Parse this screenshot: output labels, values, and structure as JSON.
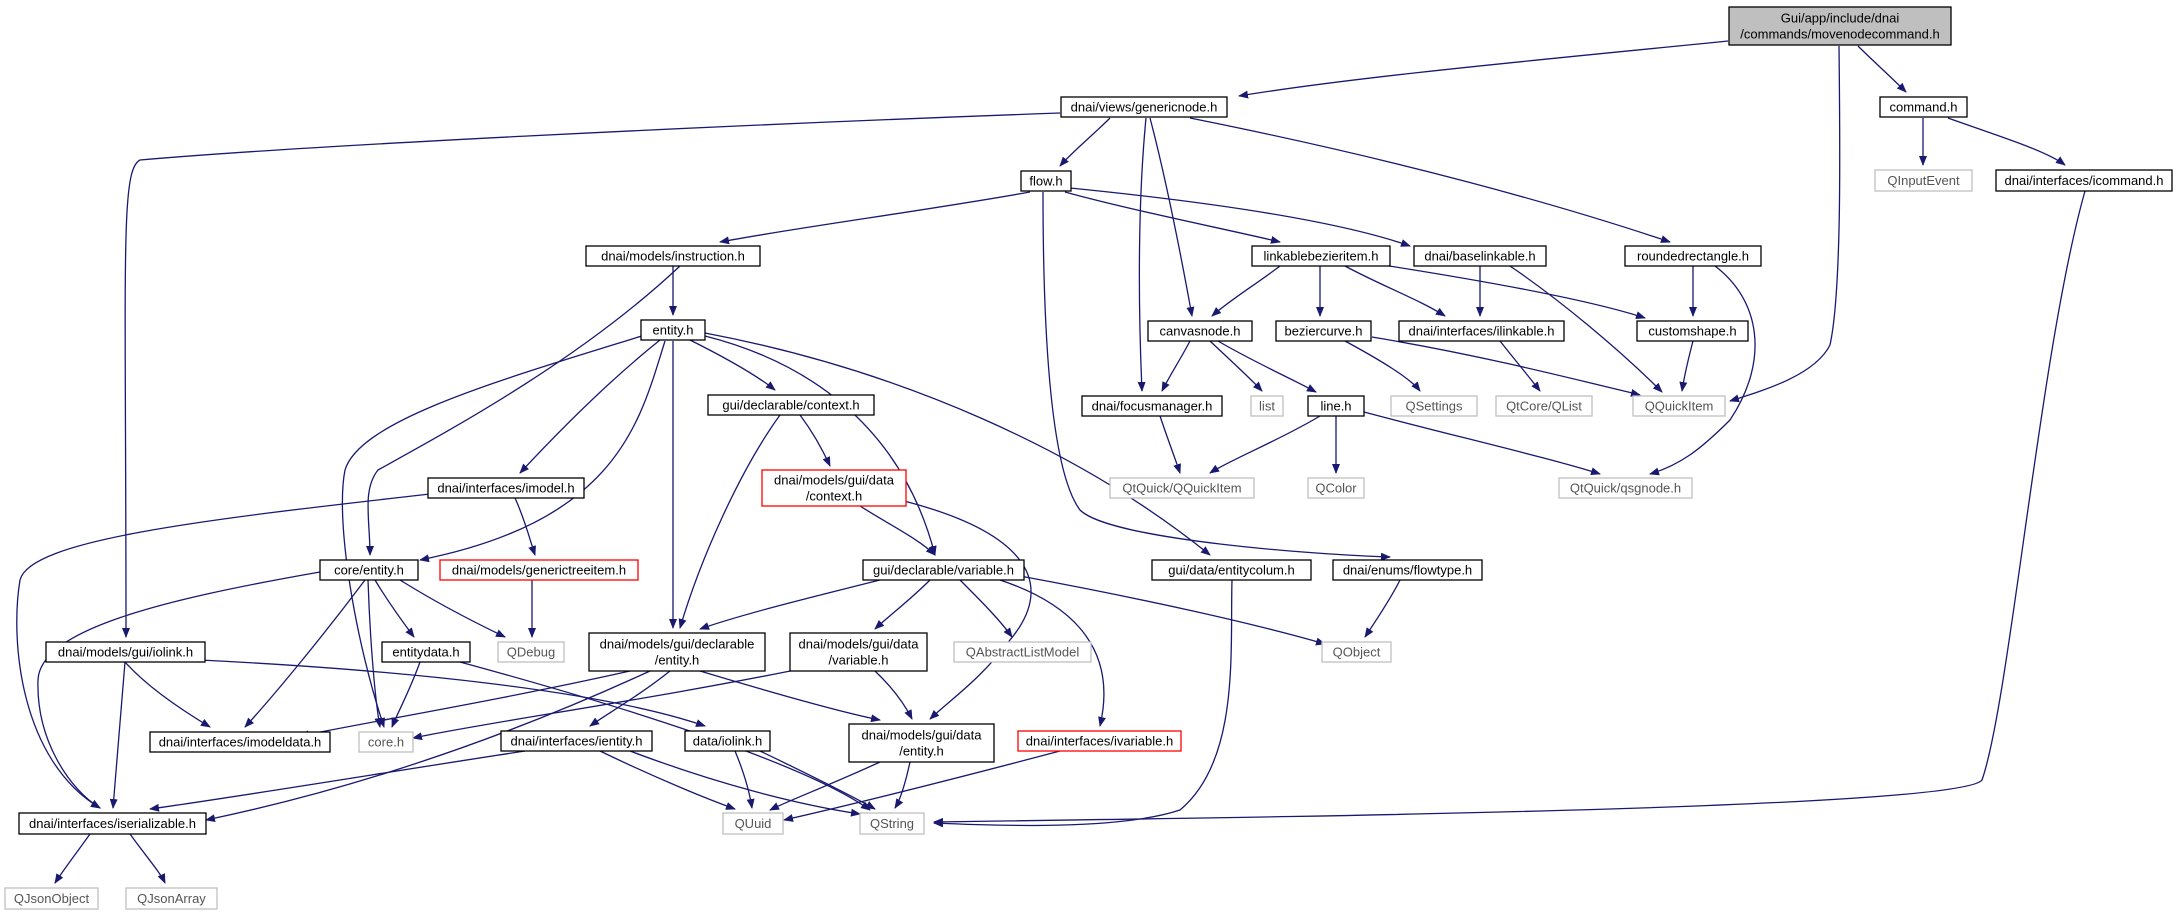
{
  "diagram": {
    "type": "include-dependency-graph",
    "colors": {
      "edge": "#191970",
      "box_border": "#000000",
      "missing_border": "#bfbfbf",
      "red_border": "#ff0000",
      "root_fill": "#bfbfbf"
    },
    "nodes": [
      {
        "id": "root",
        "lines": [
          "Gui/app/include/dnai",
          "/commands/movenodecommand.h"
        ],
        "style": "root"
      },
      {
        "id": "genericnode",
        "lines": [
          "dnai/views/genericnode.h"
        ],
        "style": "normal"
      },
      {
        "id": "command",
        "lines": [
          "command.h"
        ],
        "style": "normal"
      },
      {
        "id": "qinputevent",
        "lines": [
          "QInputEvent"
        ],
        "style": "missing"
      },
      {
        "id": "icommand",
        "lines": [
          "dnai/interfaces/icommand.h"
        ],
        "style": "normal"
      },
      {
        "id": "flow",
        "lines": [
          "flow.h"
        ],
        "style": "normal"
      },
      {
        "id": "instruction",
        "lines": [
          "dnai/models/instruction.h"
        ],
        "style": "normal"
      },
      {
        "id": "linkablebezieritem",
        "lines": [
          "linkablebezieritem.h"
        ],
        "style": "normal"
      },
      {
        "id": "baselinkable",
        "lines": [
          "dnai/baselinkable.h"
        ],
        "style": "normal"
      },
      {
        "id": "roundedrectangle",
        "lines": [
          "roundedrectangle.h"
        ],
        "style": "normal"
      },
      {
        "id": "entity",
        "lines": [
          "entity.h"
        ],
        "style": "normal"
      },
      {
        "id": "canvasnode",
        "lines": [
          "canvasnode.h"
        ],
        "style": "normal"
      },
      {
        "id": "beziercurve",
        "lines": [
          "beziercurve.h"
        ],
        "style": "normal"
      },
      {
        "id": "ilinkable",
        "lines": [
          "dnai/interfaces/ilinkable.h"
        ],
        "style": "normal"
      },
      {
        "id": "customshape",
        "lines": [
          "customshape.h"
        ],
        "style": "normal"
      },
      {
        "id": "context",
        "lines": [
          "gui/declarable/context.h"
        ],
        "style": "normal"
      },
      {
        "id": "focusmanager",
        "lines": [
          "dnai/focusmanager.h"
        ],
        "style": "normal"
      },
      {
        "id": "list",
        "lines": [
          "list"
        ],
        "style": "missing"
      },
      {
        "id": "line",
        "lines": [
          "line.h"
        ],
        "style": "normal"
      },
      {
        "id": "qsettings",
        "lines": [
          "QSettings"
        ],
        "style": "missing"
      },
      {
        "id": "qtcoreqlist",
        "lines": [
          "QtCore/QList"
        ],
        "style": "missing"
      },
      {
        "id": "qquickitem",
        "lines": [
          "QQuickItem"
        ],
        "style": "missing"
      },
      {
        "id": "datacontext",
        "lines": [
          "dnai/models/gui/data",
          "/context.h"
        ],
        "style": "red"
      },
      {
        "id": "imodel",
        "lines": [
          "dnai/interfaces/imodel.h"
        ],
        "style": "normal"
      },
      {
        "id": "qtquickqquickitem",
        "lines": [
          "QtQuick/QQuickItem"
        ],
        "style": "missing"
      },
      {
        "id": "qcolor",
        "lines": [
          "QColor"
        ],
        "style": "missing"
      },
      {
        "id": "qsgnode",
        "lines": [
          "QtQuick/qsgnode.h"
        ],
        "style": "missing"
      },
      {
        "id": "coreentity",
        "lines": [
          "core/entity.h"
        ],
        "style": "normal"
      },
      {
        "id": "generictreeitem",
        "lines": [
          "dnai/models/generictreeitem.h"
        ],
        "style": "red"
      },
      {
        "id": "variable",
        "lines": [
          "gui/declarable/variable.h"
        ],
        "style": "normal"
      },
      {
        "id": "entitycolum",
        "lines": [
          "gui/data/entitycolum.h"
        ],
        "style": "normal"
      },
      {
        "id": "flowtype",
        "lines": [
          "dnai/enums/flowtype.h"
        ],
        "style": "normal"
      },
      {
        "id": "iolink",
        "lines": [
          "dnai/models/gui/iolink.h"
        ],
        "style": "normal"
      },
      {
        "id": "entitydata",
        "lines": [
          "entitydata.h"
        ],
        "style": "normal"
      },
      {
        "id": "qdebug",
        "lines": [
          "QDebug"
        ],
        "style": "missing"
      },
      {
        "id": "guideclarableentity",
        "lines": [
          "dnai/models/gui/declarable",
          "/entity.h"
        ],
        "style": "normal"
      },
      {
        "id": "datavariable",
        "lines": [
          "dnai/models/gui/data",
          "/variable.h"
        ],
        "style": "normal"
      },
      {
        "id": "qabstractlistmodel",
        "lines": [
          "QAbstractListModel"
        ],
        "style": "missing"
      },
      {
        "id": "qobject",
        "lines": [
          "QObject"
        ],
        "style": "missing"
      },
      {
        "id": "imodeldata",
        "lines": [
          "dnai/interfaces/imodeldata.h"
        ],
        "style": "normal"
      },
      {
        "id": "core",
        "lines": [
          "core.h"
        ],
        "style": "missing"
      },
      {
        "id": "ientity",
        "lines": [
          "dnai/interfaces/ientity.h"
        ],
        "style": "normal"
      },
      {
        "id": "dataiolink",
        "lines": [
          "data/iolink.h"
        ],
        "style": "normal"
      },
      {
        "id": "dataentity",
        "lines": [
          "dnai/models/gui/data",
          "/entity.h"
        ],
        "style": "normal"
      },
      {
        "id": "ivariable",
        "lines": [
          "dnai/interfaces/ivariable.h"
        ],
        "style": "red"
      },
      {
        "id": "iserializable",
        "lines": [
          "dnai/interfaces/iserializable.h"
        ],
        "style": "normal"
      },
      {
        "id": "quuid",
        "lines": [
          "QUuid"
        ],
        "style": "missing"
      },
      {
        "id": "qstring",
        "lines": [
          "QString"
        ],
        "style": "missing"
      },
      {
        "id": "qjsonobject",
        "lines": [
          "QJsonObject"
        ],
        "style": "missing"
      },
      {
        "id": "qjsonarray",
        "lines": [
          "QJsonArray"
        ],
        "style": "missing"
      }
    ],
    "edges": [
      {
        "from": "root",
        "to": "genericnode"
      },
      {
        "from": "root",
        "to": "command"
      },
      {
        "from": "root",
        "to": "qquickitem"
      },
      {
        "from": "genericnode",
        "to": "flow"
      },
      {
        "from": "genericnode",
        "to": "canvasnode"
      },
      {
        "from": "genericnode",
        "to": "focusmanager"
      },
      {
        "from": "genericnode",
        "to": "roundedrectangle"
      },
      {
        "from": "genericnode",
        "to": "iolink"
      },
      {
        "from": "command",
        "to": "qinputevent"
      },
      {
        "from": "command",
        "to": "icommand"
      },
      {
        "from": "icommand",
        "to": "qstring"
      },
      {
        "from": "flow",
        "to": "instruction"
      },
      {
        "from": "flow",
        "to": "linkablebezieritem"
      },
      {
        "from": "flow",
        "to": "baselinkable"
      },
      {
        "from": "flow",
        "to": "flowtype"
      },
      {
        "from": "instruction",
        "to": "entity"
      },
      {
        "from": "instruction",
        "to": "coreentity"
      },
      {
        "from": "linkablebezieritem",
        "to": "canvasnode"
      },
      {
        "from": "linkablebezieritem",
        "to": "beziercurve"
      },
      {
        "from": "linkablebezieritem",
        "to": "ilinkable"
      },
      {
        "from": "linkablebezieritem",
        "to": "customshape"
      },
      {
        "from": "baselinkable",
        "to": "ilinkable"
      },
      {
        "from": "baselinkable",
        "to": "qquickitem"
      },
      {
        "from": "roundedrectangle",
        "to": "customshape"
      },
      {
        "from": "roundedrectangle",
        "to": "qsgnode"
      },
      {
        "from": "canvasnode",
        "to": "focusmanager"
      },
      {
        "from": "canvasnode",
        "to": "list"
      },
      {
        "from": "canvasnode",
        "to": "line"
      },
      {
        "from": "beziercurve",
        "to": "qsettings"
      },
      {
        "from": "beziercurve",
        "to": "qquickitem"
      },
      {
        "from": "ilinkable",
        "to": "qtcoreqlist"
      },
      {
        "from": "customshape",
        "to": "qquickitem"
      },
      {
        "from": "focusmanager",
        "to": "qtquickqquickitem"
      },
      {
        "from": "line",
        "to": "qtquickqquickitem"
      },
      {
        "from": "line",
        "to": "qcolor"
      },
      {
        "from": "line",
        "to": "qsgnode"
      },
      {
        "from": "entity",
        "to": "context"
      },
      {
        "from": "entity",
        "to": "imodel"
      },
      {
        "from": "entity",
        "to": "coreentity"
      },
      {
        "from": "entity",
        "to": "variable"
      },
      {
        "from": "entity",
        "to": "entitycolum"
      },
      {
        "from": "entity",
        "to": "guideclarableentity"
      },
      {
        "from": "entity",
        "to": "core"
      },
      {
        "from": "context",
        "to": "datacontext"
      },
      {
        "from": "context",
        "to": "guideclarableentity"
      },
      {
        "from": "datacontext",
        "to": "variable"
      },
      {
        "from": "datacontext",
        "to": "dataentity"
      },
      {
        "from": "imodel",
        "to": "generictreeitem"
      },
      {
        "from": "imodel",
        "to": "iserializable"
      },
      {
        "from": "generictreeitem",
        "to": "qdebug"
      },
      {
        "from": "coreentity",
        "to": "entitydata"
      },
      {
        "from": "coreentity",
        "to": "qdebug"
      },
      {
        "from": "coreentity",
        "to": "imodeldata"
      },
      {
        "from": "coreentity",
        "to": "core"
      },
      {
        "from": "coreentity",
        "to": "iserializable"
      },
      {
        "from": "variable",
        "to": "guideclarableentity"
      },
      {
        "from": "variable",
        "to": "datavariable"
      },
      {
        "from": "variable",
        "to": "qabstractlistmodel"
      },
      {
        "from": "variable",
        "to": "qobject"
      },
      {
        "from": "variable",
        "to": "ivariable"
      },
      {
        "from": "entitycolum",
        "to": "qstring"
      },
      {
        "from": "flowtype",
        "to": "qobject"
      },
      {
        "from": "iolink",
        "to": "imodeldata"
      },
      {
        "from": "iolink",
        "to": "iserializable"
      },
      {
        "from": "iolink",
        "to": "dataiolink"
      },
      {
        "from": "entitydata",
        "to": "core"
      },
      {
        "from": "entitydata",
        "to": "qstring"
      },
      {
        "from": "guideclarableentity",
        "to": "imodeldata"
      },
      {
        "from": "guideclarableentity",
        "to": "ientity"
      },
      {
        "from": "guideclarableentity",
        "to": "dataentity"
      },
      {
        "from": "guideclarableentity",
        "to": "iserializable"
      },
      {
        "from": "datavariable",
        "to": "dataentity"
      },
      {
        "from": "datavariable",
        "to": "core"
      },
      {
        "from": "ientity",
        "to": "iserializable"
      },
      {
        "from": "ientity",
        "to": "quuid"
      },
      {
        "from": "ientity",
        "to": "qstring"
      },
      {
        "from": "dataiolink",
        "to": "quuid"
      },
      {
        "from": "dataiolink",
        "to": "qstring"
      },
      {
        "from": "dataentity",
        "to": "quuid"
      },
      {
        "from": "dataentity",
        "to": "qstring"
      },
      {
        "from": "ivariable",
        "to": "quuid"
      },
      {
        "from": "iserializable",
        "to": "qjsonobject"
      },
      {
        "from": "iserializable",
        "to": "qjsonarray"
      }
    ]
  }
}
